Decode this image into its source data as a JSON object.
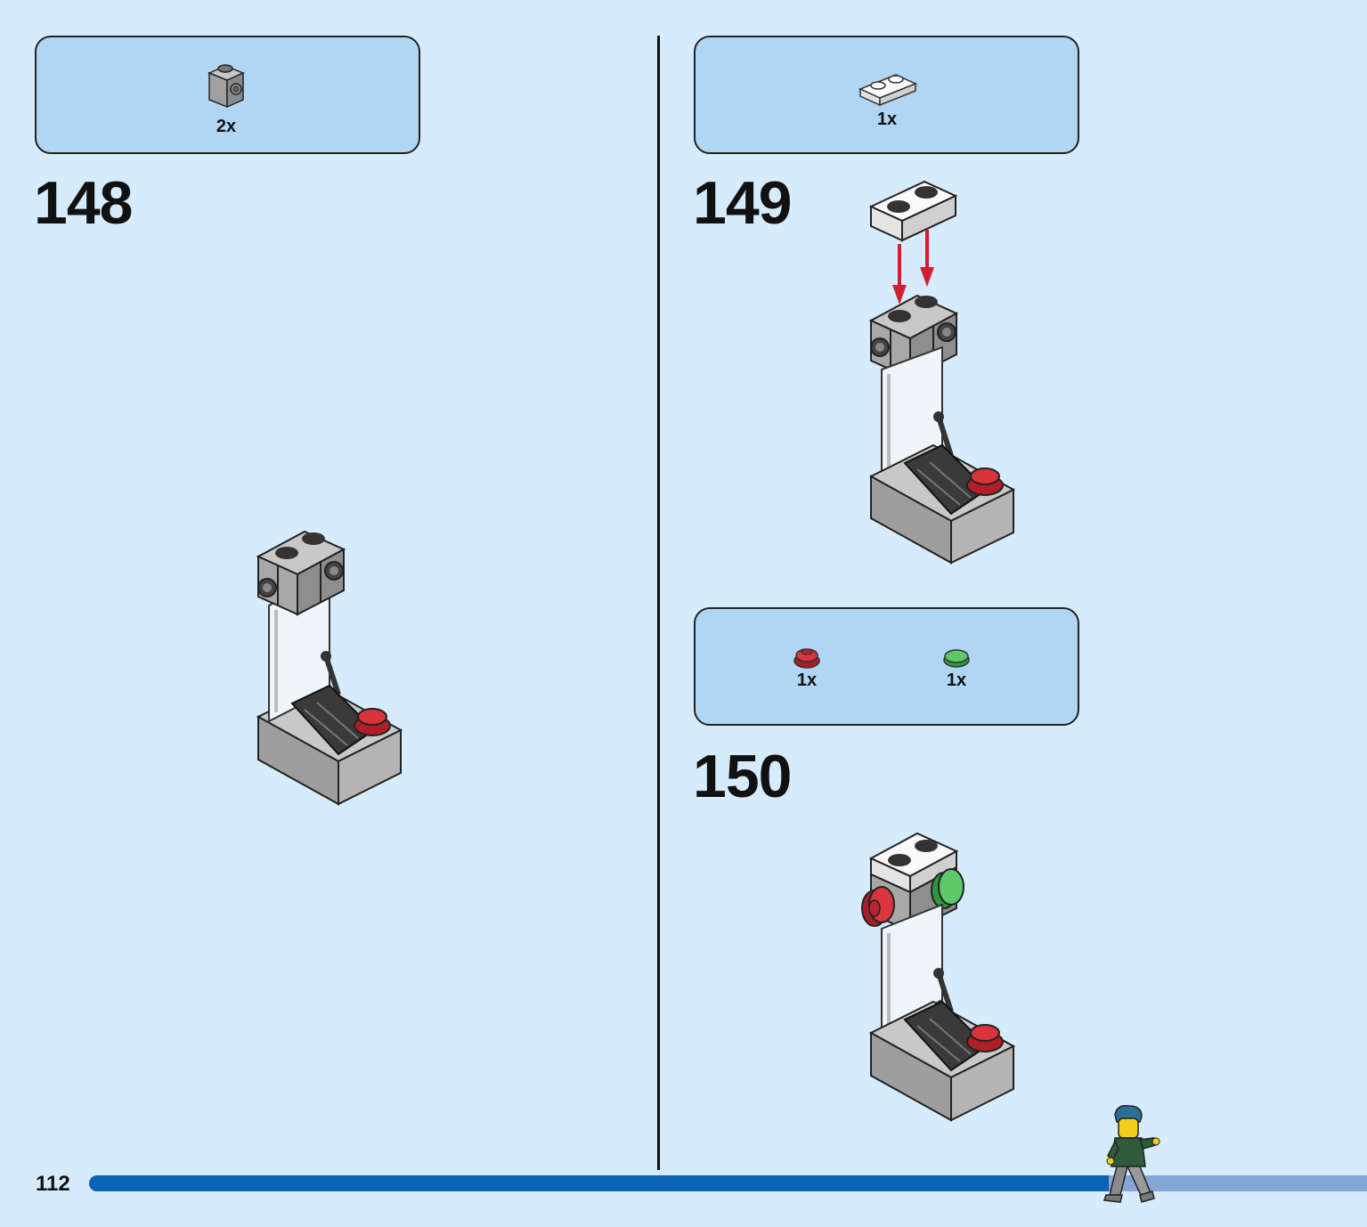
{
  "page": {
    "number": "112",
    "progress": 0.798
  },
  "steps": [
    {
      "number": "148",
      "parts": [
        {
          "name": "gray 1x1 brick with stud",
          "qty": "2x"
        }
      ]
    },
    {
      "number": "149",
      "parts": [
        {
          "name": "white 1x2 plate",
          "qty": "1x"
        }
      ]
    },
    {
      "number": "150",
      "parts": [
        {
          "name": "red round plate",
          "qty": "1x"
        },
        {
          "name": "green round plate",
          "qty": "1x"
        }
      ]
    }
  ],
  "colors": {
    "background": "#d6ebfb",
    "parts_box": "#b1d6f3",
    "progress_fill": "#0b63b4",
    "progress_track": "#84a7d8",
    "arrow": "#d0202f",
    "brick_gray": "#a6a6a6",
    "red": "#c8202c",
    "green": "#3fae4a"
  }
}
